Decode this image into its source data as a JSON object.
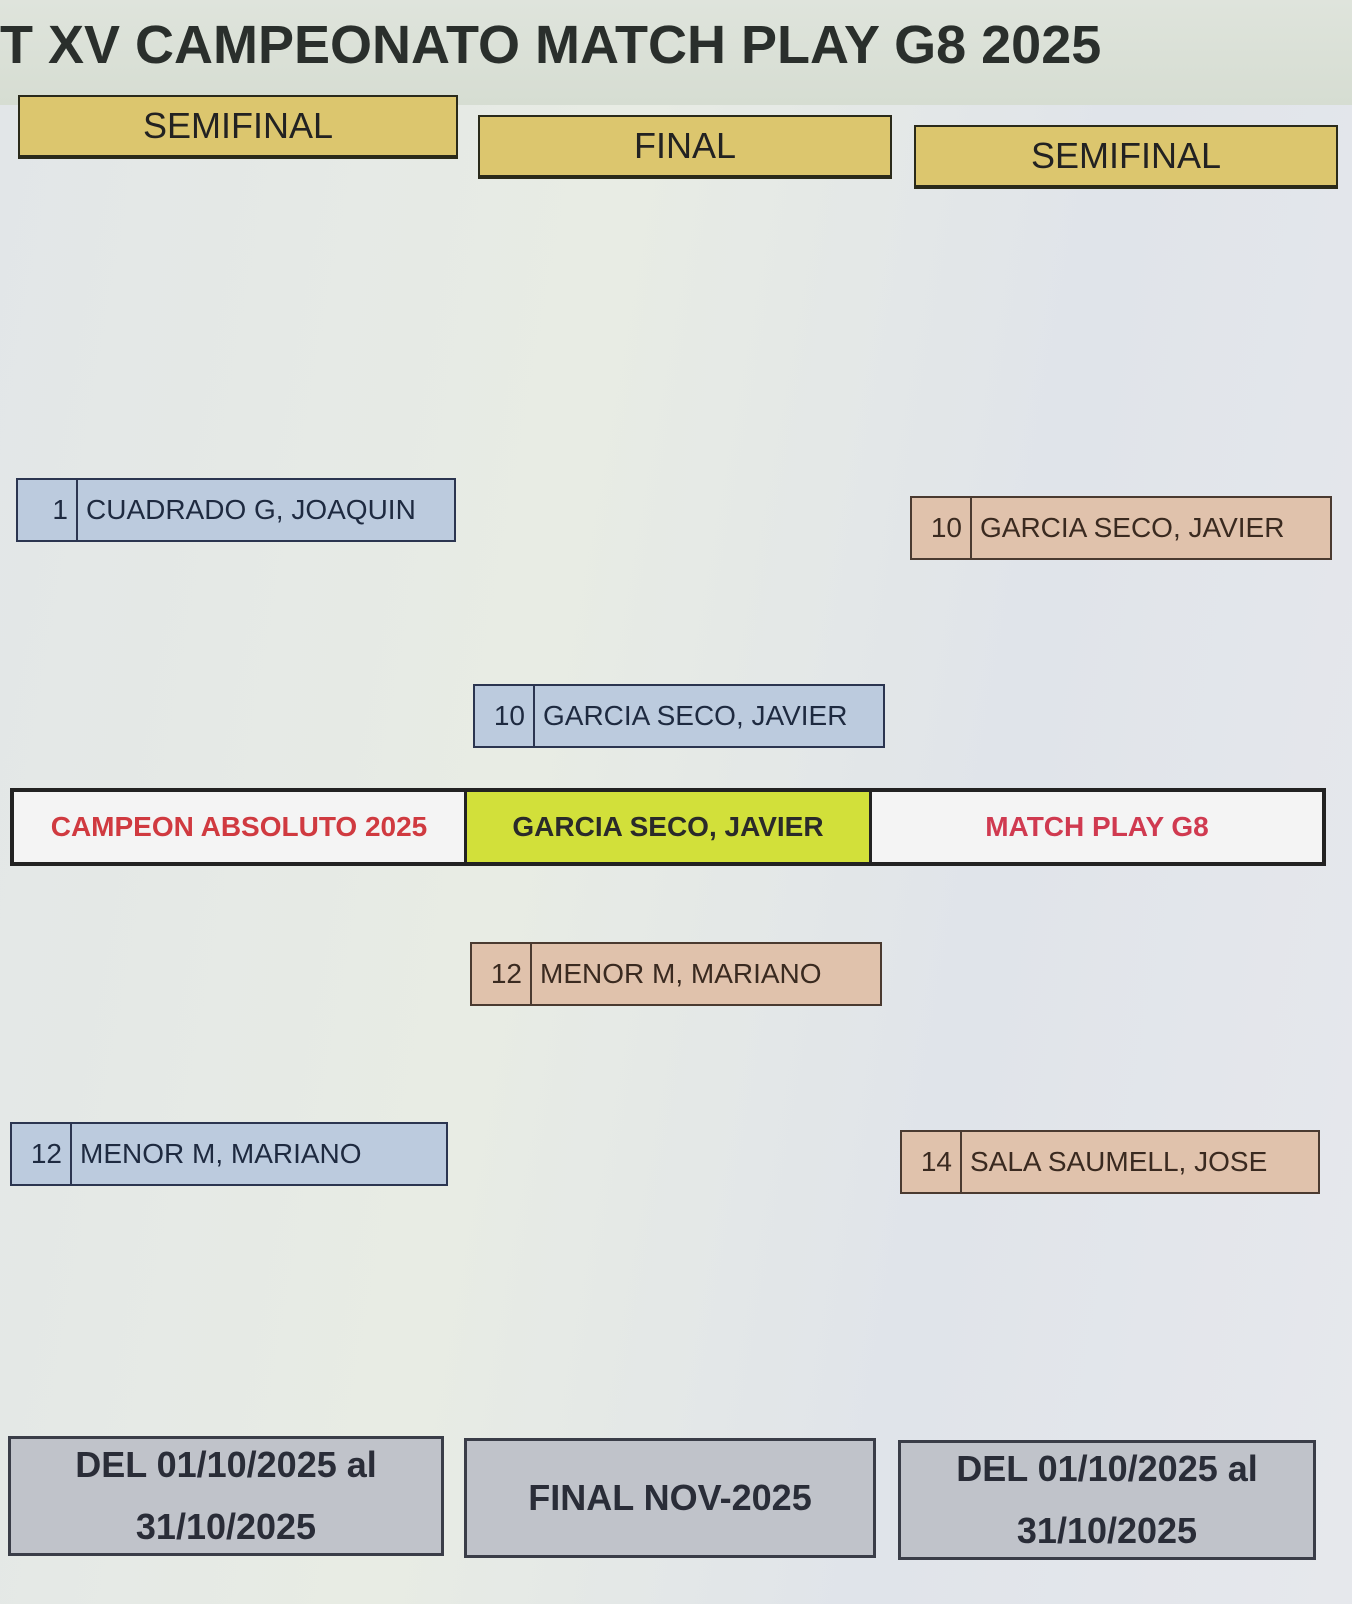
{
  "title": "T XV CAMPEONATO MATCH PLAY G8 2025",
  "rounds": {
    "left": "SEMIFINAL",
    "center": "FINAL",
    "right": "SEMIFINAL"
  },
  "left_semifinal": [
    {
      "seed": "1",
      "name": "CUADRADO G, JOAQUIN"
    },
    {
      "seed": "12",
      "name": "MENOR M, MARIANO"
    }
  ],
  "right_semifinal": [
    {
      "seed": "10",
      "name": "GARCIA SECO, JAVIER"
    },
    {
      "seed": "14",
      "name": "SALA SAUMELL, JOSE"
    }
  ],
  "final": [
    {
      "seed": "10",
      "name": "GARCIA SECO, JAVIER"
    },
    {
      "seed": "12",
      "name": "MENOR M, MARIANO"
    }
  ],
  "champion": {
    "label": "CAMPEON ABSOLUTO 2025",
    "name": "GARCIA SECO, JAVIER",
    "tag": "MATCH PLAY G8"
  },
  "dates": {
    "left": [
      "DEL 01/10/2025 al",
      "31/10/2025"
    ],
    "center": "FINAL NOV-2025",
    "right": [
      "DEL 01/10/2025 al",
      "31/10/2025"
    ]
  },
  "colors": {
    "round_header": "#dcc66e",
    "left_player": "#bccbde",
    "right_player": "#e0c2ac",
    "champion": "#d2e03a",
    "champion_text": "#d03a40"
  }
}
